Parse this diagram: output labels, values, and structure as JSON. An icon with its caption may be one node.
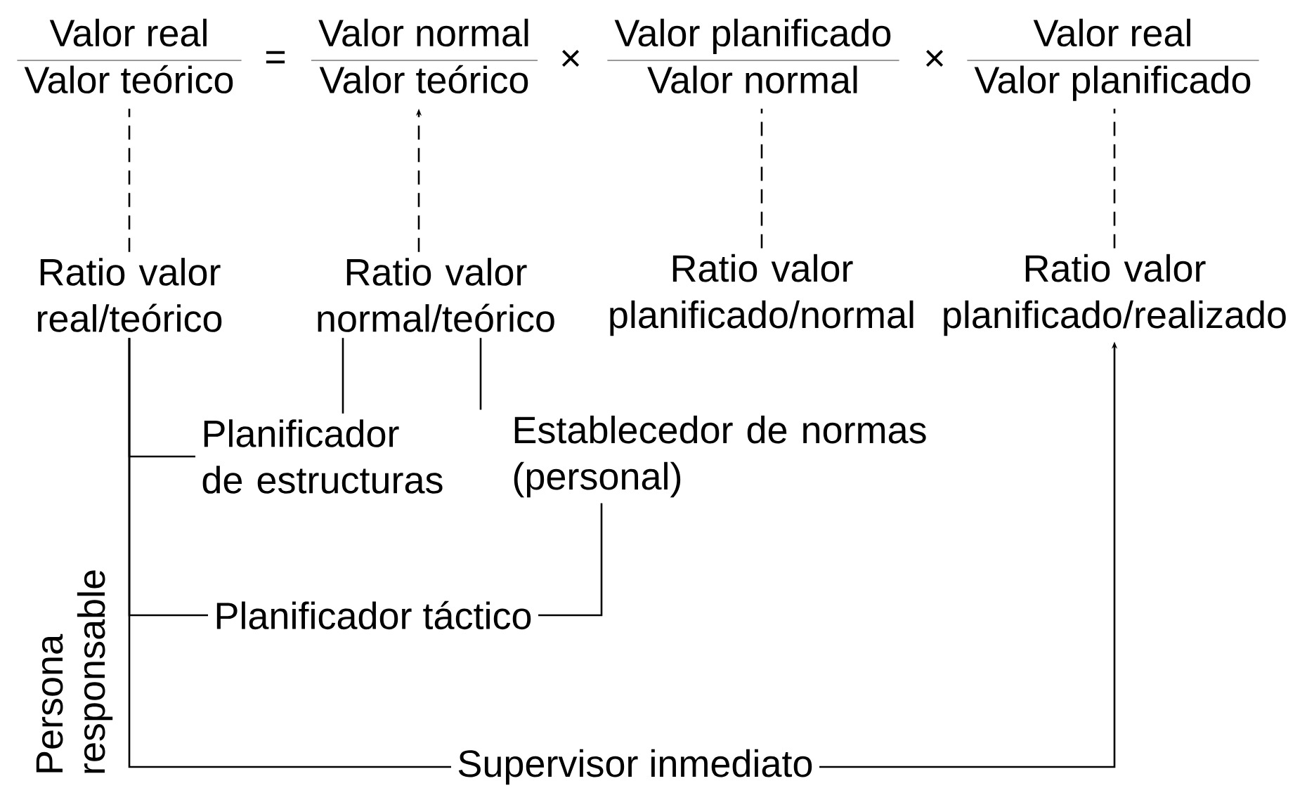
{
  "diagram": {
    "nodes": [
      {
        "text": [
          "Valor real",
          "Valor teórico"
        ]
      },
      {
        "text": [
          "Valor normal",
          "Valor teórico"
        ]
      },
      {
        "text": [
          "Valor planificado",
          "Valor normal"
        ]
      },
      {
        "text": [
          "Valor real",
          "Valor planificado"
        ]
      },
      {
        "text": [
          "Ratio valor real/teórico"
        ]
      },
      {
        "text": [
          "Ratio valor normal/teórico"
        ]
      },
      {
        "text": [
          "Ratio valor planificado/normal"
        ]
      },
      {
        "text": [
          "Ratio valor planificado/realizado"
        ]
      },
      {
        "text": [
          "Planificador de estructuras"
        ]
      },
      {
        "text": [
          "Establecedor de normas (personal)"
        ]
      },
      {
        "text": [
          "Planificador táctico"
        ]
      },
      {
        "text": [
          "Supervisor inmediato"
        ]
      }
    ],
    "edges": [
      {
        "from": 4,
        "to": 0,
        "arrow": "none",
        "style": "dashed"
      },
      {
        "from": 5,
        "to": 1,
        "arrow": "to",
        "style": "dashed"
      },
      {
        "from": 6,
        "to": 2,
        "arrow": "none",
        "style": "dashed"
      },
      {
        "from": 7,
        "to": 3,
        "arrow": "none",
        "style": "dashed"
      },
      {
        "from": 4,
        "to": 8,
        "arrow": "none"
      },
      {
        "from": 4,
        "to": 10,
        "arrow": "none"
      },
      {
        "from": 4,
        "to": 11,
        "arrow": "none"
      },
      {
        "from": 5,
        "to": 8,
        "arrow": "none"
      },
      {
        "from": 5,
        "to": 9,
        "arrow": "none"
      },
      {
        "from": 9,
        "to": 10,
        "arrow": "none"
      },
      {
        "from": 11,
        "to": 7,
        "arrow": "to"
      }
    ],
    "labels": [
      "=",
      "×",
      "×",
      "Persona responsable"
    ]
  }
}
